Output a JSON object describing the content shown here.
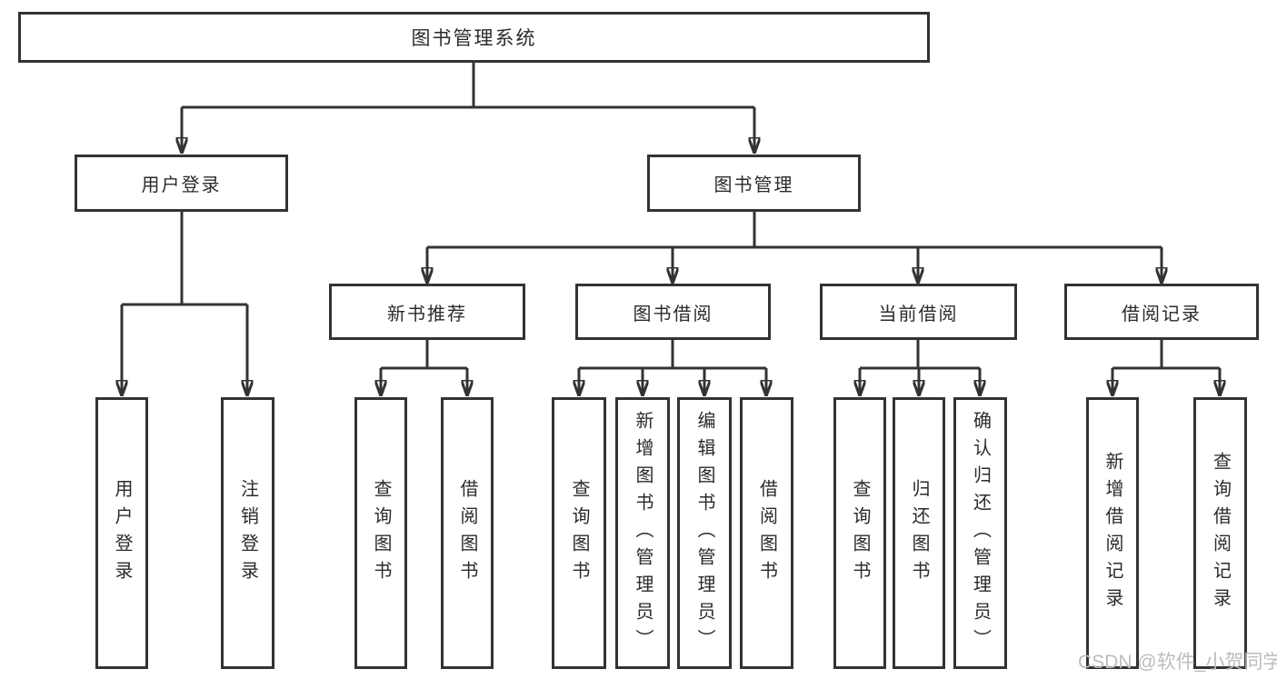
{
  "tree": {
    "label": "图书管理系统",
    "children": [
      {
        "label": "用户登录",
        "children": [
          {
            "label": "用户登录"
          },
          {
            "label": "注销登录"
          }
        ]
      },
      {
        "label": "图书管理",
        "children": [
          {
            "label": "新书推荐",
            "children": [
              {
                "label": "查询图书"
              },
              {
                "label": "借阅图书"
              }
            ]
          },
          {
            "label": "图书借阅",
            "children": [
              {
                "label": "查询图书"
              },
              {
                "label": "新增图书（管理员）"
              },
              {
                "label": "编辑图书（管理员）"
              },
              {
                "label": "借阅图书"
              }
            ]
          },
          {
            "label": "当前借阅",
            "children": [
              {
                "label": "查询图书"
              },
              {
                "label": "归还图书"
              },
              {
                "label": "确认归还（管理员）"
              }
            ]
          },
          {
            "label": "借阅记录",
            "children": [
              {
                "label": "新增借阅记录"
              },
              {
                "label": "查询借阅记录"
              }
            ]
          }
        ]
      }
    ]
  },
  "watermark": {
    "text": "CSDN @软件_小贺同学"
  },
  "colors": {
    "line": "#333333",
    "node_text": "#2b2b2b",
    "watermark": "#bcbcbc",
    "background": "#ffffff"
  }
}
